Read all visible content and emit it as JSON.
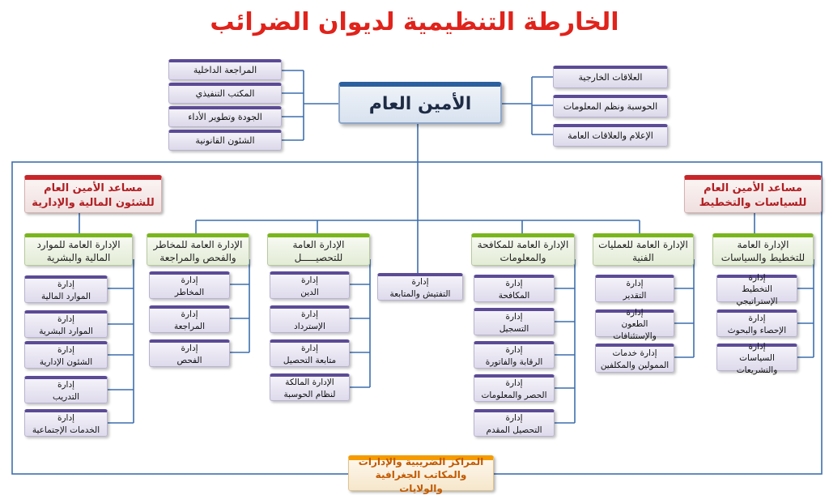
{
  "title": "الخارطة التنظيمية لديوان الضرائب",
  "head": "الأمين العام",
  "left_units": [
    "المراجعة الداخلية",
    "المكتب التنفيذي",
    "الجودة وتطوير الأداء",
    "الشئون القانونية"
  ],
  "right_units": [
    "العلاقات الخارجية",
    "الحوسبة ونظم المعلومات",
    "الإعلام والعلاقات العامة"
  ],
  "assistant_left": "مساعد الأمين العام للشئون المالية والإدارية",
  "assistant_right": "مساعد الأمين العام للسياسات والتخطيط",
  "general_directorates": [
    {
      "title": "الإدارة العامة للموارد المالية والبشرية",
      "depts": [
        [
          "إدارة",
          "الموارد المالية"
        ],
        [
          "إدارة",
          "الموارد البشرية"
        ],
        [
          "إدارة",
          "الشئون الإدارية"
        ],
        [
          "إدارة",
          "التدريب"
        ],
        [
          "إدارة",
          "الخدمات الإجتماعية"
        ]
      ]
    },
    {
      "title": "الإدارة العامة للمخاطر والفحص والمراجعة",
      "depts": [
        [
          "إدارة",
          "المخاطر"
        ],
        [
          "إدارة",
          "المراجعة"
        ],
        [
          "إدارة",
          "الفحص"
        ]
      ]
    },
    {
      "title": "الإدارة العامة للتحصيـــــل",
      "depts": [
        [
          "إدارة",
          "الدين"
        ],
        [
          "إدارة",
          "الإسترداد"
        ],
        [
          "إدارة",
          "متابعة التحصيل"
        ],
        [
          "الإدارة المالكة",
          "لنظام الحوسبة"
        ]
      ]
    },
    {
      "title": "الإدارة العامة للمكافحة والمعلومات",
      "depts": [
        [
          "إدارة",
          "المكافحة"
        ],
        [
          "إدارة",
          "التسجيل"
        ],
        [
          "إدارة",
          "الرقابة والفاتورة"
        ],
        [
          "إدارة",
          "الحصر والمعلومات"
        ],
        [
          "إدارة",
          "التحصيل المقدم"
        ]
      ]
    },
    {
      "title": "الإدارة العامة للعمليات الفنية",
      "depts": [
        [
          "إدارة",
          "التقدير"
        ],
        [
          "إدارة",
          "الطعون والإستئنافات"
        ],
        [
          "إدارة خدمات",
          "الممولين والمكلفين"
        ]
      ]
    },
    {
      "title": "الإدارة العامة للتخطيط والسياسات",
      "depts": [
        [
          "إدارة",
          "التخطيط الإستراتيجي"
        ],
        [
          "إدارة",
          "الإحصاء والبحوث"
        ],
        [
          "إدارة",
          "السياسات والتشريعات"
        ]
      ]
    }
  ],
  "inspection": [
    "إدارة",
    "التفتيش والمتابعة"
  ],
  "centers": "المراكز الضريبية والإدارات والمكاتب الجغرافية والولايات"
}
